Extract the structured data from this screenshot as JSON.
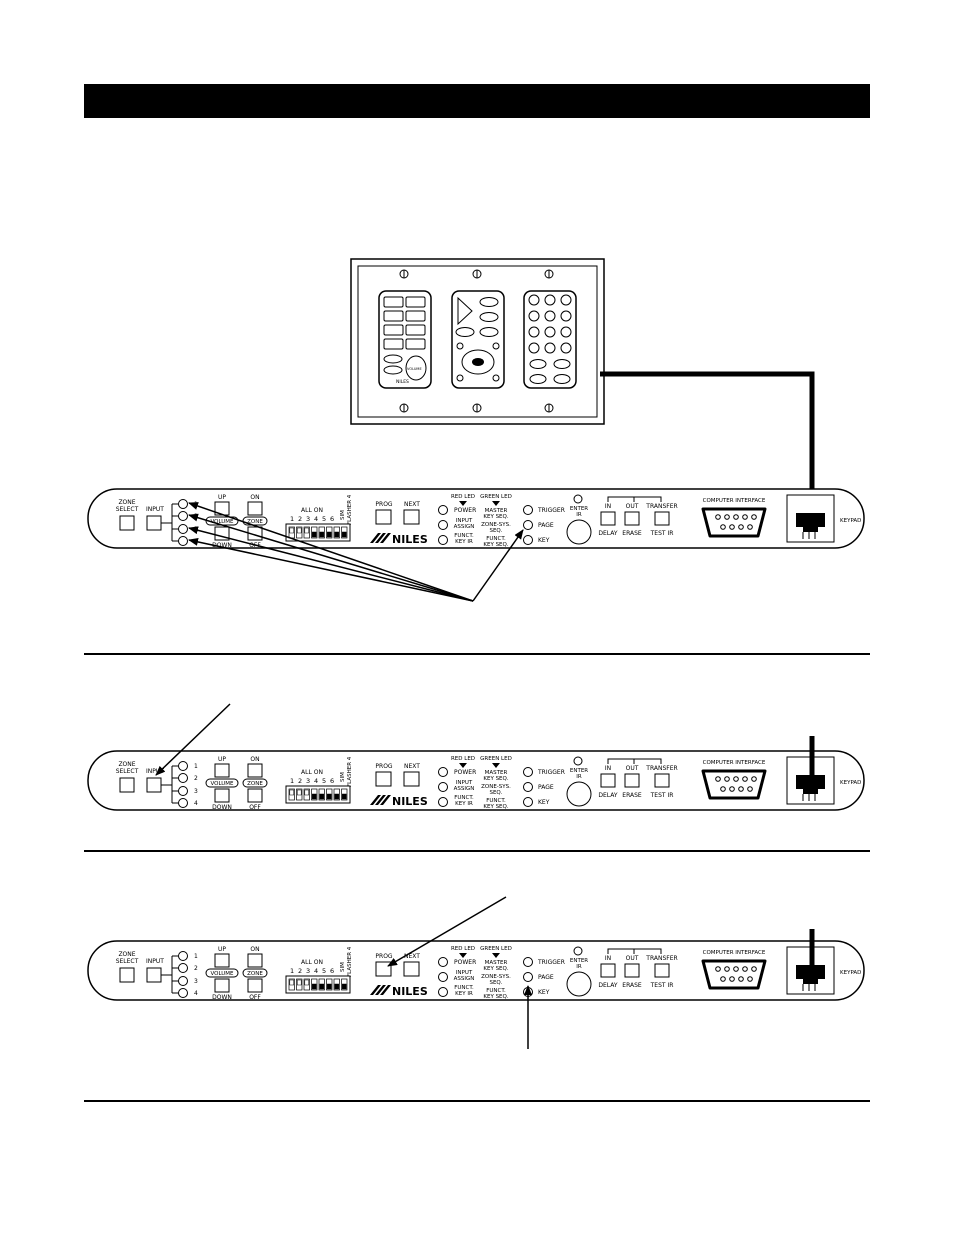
{
  "panel": {
    "zone_select": [
      "ZONE",
      "SELECT"
    ],
    "input": "INPUT",
    "zone_numbers": [
      "1",
      "2",
      "3",
      "4"
    ],
    "up": "UP",
    "down": "DOWN",
    "on": "ON",
    "off": "OFF",
    "volume": "VOLUME",
    "zone": "ZONE",
    "all_on": "ALL ON",
    "dip_numbers": [
      "1",
      "2",
      "3",
      "4",
      "5",
      "6"
    ],
    "sim": "SIM",
    "flasher4": "FLASHER 4",
    "prog": "PROG",
    "next": "NEXT",
    "brand": "NILES",
    "red_led": "RED LED",
    "green_led": "GREEN LED",
    "power": "POWER",
    "input_assign": [
      "INPUT",
      "ASSIGN"
    ],
    "funct_key_ir": [
      "FUNCT.",
      "KEY IR"
    ],
    "master_key_seq": [
      "MASTER",
      "KEY SEQ."
    ],
    "zone_sys_seq": [
      "ZONE-SYS.",
      "SEQ."
    ],
    "funct_key_seq": [
      "FUNCT.",
      "KEY SEQ."
    ],
    "trigger": "TRIGGER",
    "page": "PAGE",
    "key": "KEY",
    "enter_ir": [
      "ENTER",
      "IR"
    ],
    "in": "IN",
    "out": "OUT",
    "transfer": "TRANSFER",
    "delay": "DELAY",
    "erase": "ERASE",
    "test_ir": "TEST IR",
    "computer_interface": "COMPUTER INTERFACE",
    "keypad": "KEYPAD"
  },
  "keypad_wallplate": {
    "brand": "NILES",
    "volume": "VOLUME"
  }
}
